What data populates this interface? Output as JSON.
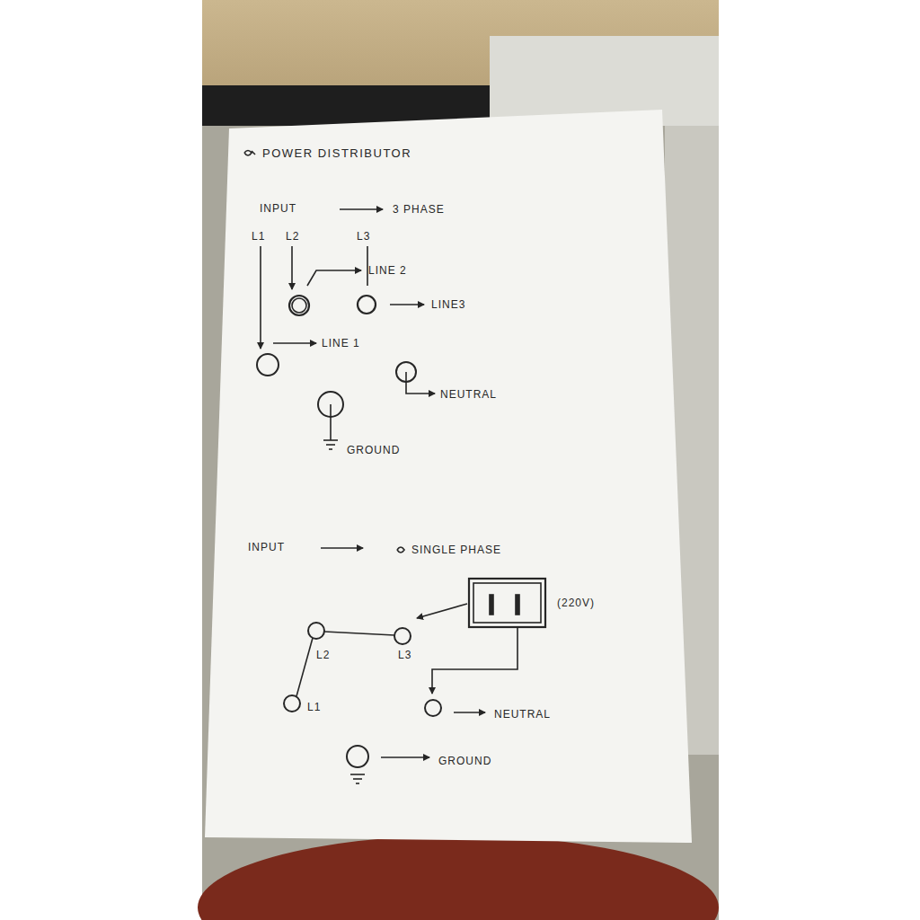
{
  "diagram": {
    "title": "POWER DISTRIBUTOR",
    "labels": [
      "INPUT",
      "3 PHASE",
      "L1",
      "L2",
      "L3",
      "LINE 2",
      "LINE3",
      "LINE 1",
      "NEUTRAL",
      "GROUND",
      "INPUT",
      "SINGLE PHASE",
      "(220V)",
      "L2",
      "L3",
      "L1",
      "NEUTRAL",
      "GROUND"
    ]
  }
}
